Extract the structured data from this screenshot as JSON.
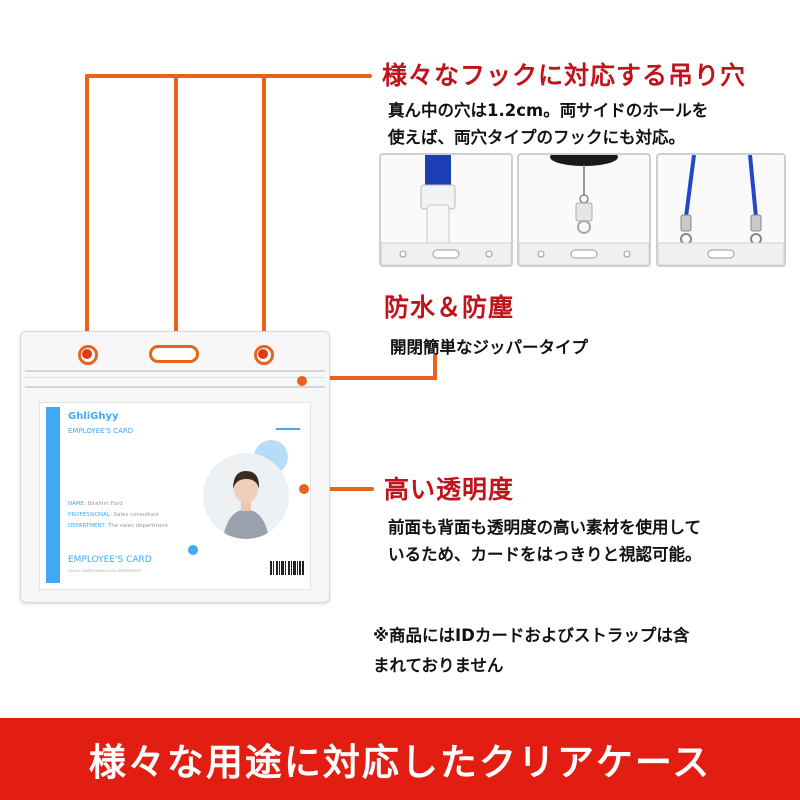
{
  "colors": {
    "accent_red": "#c0141c",
    "connector_orange": "#e8641c",
    "banner_red": "#e21d12",
    "card_blue": "#3fa9f5"
  },
  "section1": {
    "title": "様々なフックに対応する吊り穴",
    "desc_line1": "真ん中の穴は1.2cm。両サイドのホールを",
    "desc_line2": "使えば、両穴タイプのフックにも対応。"
  },
  "section2": {
    "title": "防水＆防塵",
    "desc": "開閉簡単なジッパータイプ"
  },
  "section3": {
    "title": "高い透明度",
    "desc_line1": "前面も背面も透明度の高い素材を使用して",
    "desc_line2": "いるため、カードをはっきりと視認可能。"
  },
  "note": {
    "line1": "※商品にはIDカードおよびストラップは含",
    "line2": "まれておりません"
  },
  "banner": {
    "text": "様々な用途に対応したクリアケース"
  },
  "card": {
    "brand": "GhliGhyy",
    "label_top": "EMPLOYEE'S CARD",
    "name_label": "NAME:",
    "name_value": "Ibrahim Ford",
    "professional_label": "PROFESSIONAL:",
    "professional_value": "Sales consultant",
    "department_label": "DEPARTMENT:",
    "department_value": "The sales department",
    "label_bottom": "EMPLOYEE'S CARD",
    "footer_small": "XXXXX SAMPLEXXXXXXXXX DEPARTMENT"
  },
  "icons": {
    "photo1": "lanyard-clip-icon",
    "photo2": "badge-reel-icon",
    "photo3": "lanyard-double-hook-icon",
    "holder": "id-card-holder-icon"
  }
}
